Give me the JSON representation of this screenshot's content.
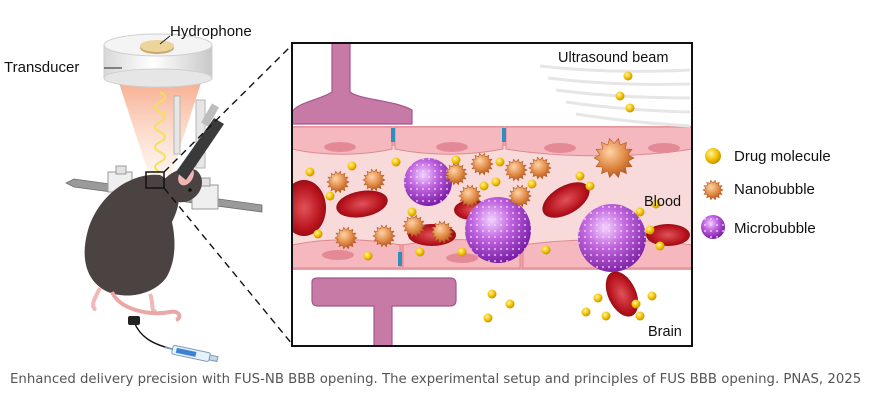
{
  "labels": {
    "hydrophone": "Hydrophone",
    "transducer": "Transducer",
    "ultrasound_beam": "Ultrasound beam",
    "blood": "Blood",
    "brain": "Brain"
  },
  "legend": [
    {
      "label": "Drug molecule",
      "icon": "drug-molecule-icon",
      "color": "#f2c200"
    },
    {
      "label": "Nanobubble",
      "icon": "nanobubble-icon",
      "color": "#e08a45"
    },
    {
      "label": "Microbubble",
      "icon": "microbubble-icon",
      "color": "#b048d0"
    }
  ],
  "caption": "Enhanced delivery precision with FUS-NB BBB opening. The experimental setup and principles of FUS BBB opening. PNAS, 2025",
  "colors": {
    "vessel_wall": "#f0a0a8",
    "vessel_lumen": "#f9dada",
    "endothelial_cell": "#f5b8be",
    "neuron": "#c77aa5",
    "red_blood_cell": "#b8141e",
    "beam": "#f7c8b0",
    "mouse": "#4a4342"
  }
}
